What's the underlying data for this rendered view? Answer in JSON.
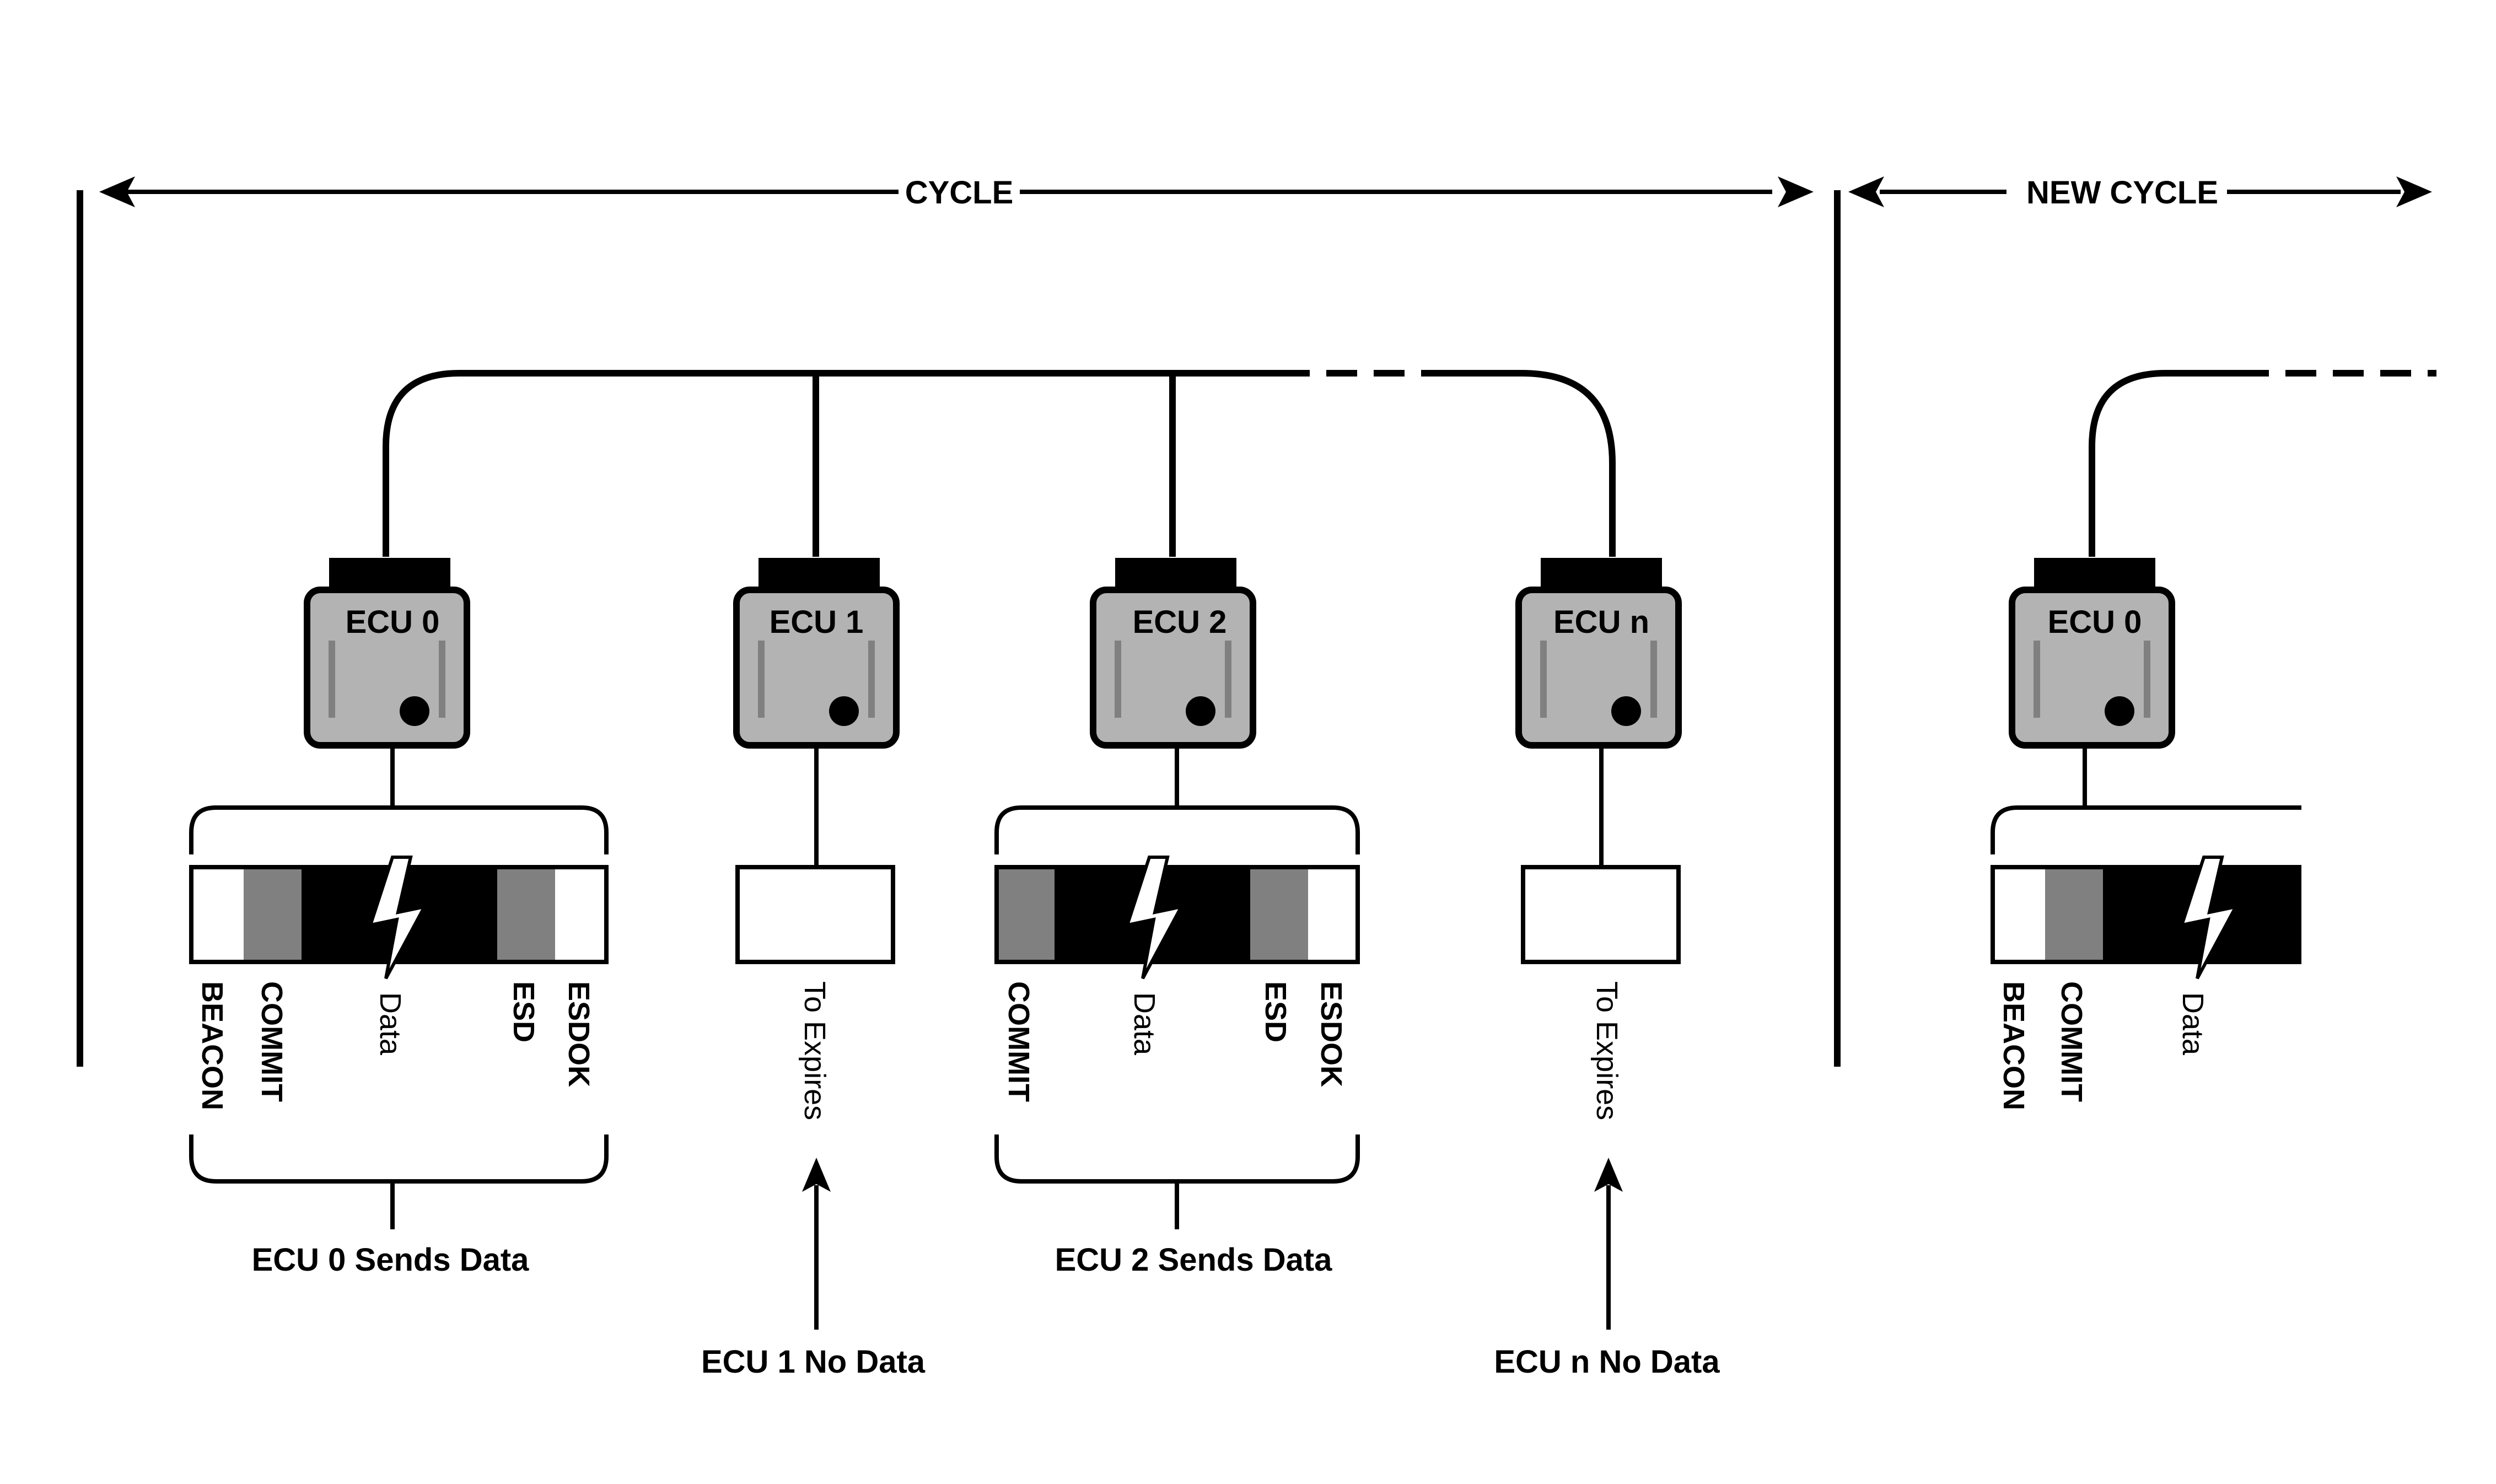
{
  "cycle": {
    "label": "CYCLE",
    "new_label": "NEW CYCLE"
  },
  "ecus": [
    {
      "label": "ECU 0"
    },
    {
      "label": "ECU 1"
    },
    {
      "label": "ECU 2"
    },
    {
      "label": "ECU n"
    },
    {
      "label": "ECU 0"
    }
  ],
  "segments": {
    "beacon": "BEACON",
    "commit": "COMMIT",
    "data": "Data",
    "esd": "ESD",
    "esdok": "ESDOK",
    "to_expires": "To Expires"
  },
  "captions": {
    "ecu0_sends": "ECU 0 Sends Data",
    "ecu1_nodata": "ECU 1 No Data",
    "ecu2_sends": "ECU 2 Sends Data",
    "ecun_nodata": "ECU n No Data"
  },
  "colors": {
    "ecu_fill": "#b3b3b3",
    "slot_gray": "#808080",
    "ink": "#000000"
  }
}
